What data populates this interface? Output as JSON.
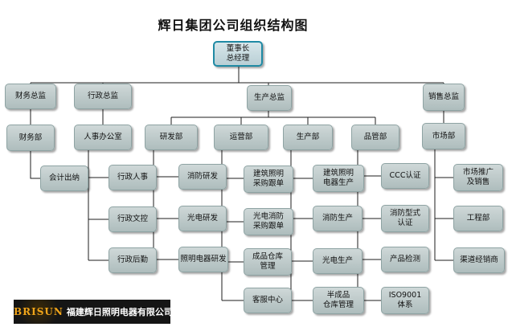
{
  "title": "辉日集团公司组织结构图",
  "boxes": {
    "chairman": [
      "董事长",
      "总经理"
    ],
    "finance_director": "财务总监",
    "admin_director": "行政总监",
    "production_director": "生产总监",
    "sales_director": "销售总监",
    "finance_dept": "财务部",
    "hr_office": "人事办公室",
    "rd_dept": "研发部",
    "operations_dept": "运营部",
    "production_dept": "生产部",
    "quality_dept": "品管部",
    "market_dept": "市场部",
    "accounting_cashier": "会计出纳",
    "admin_personnel": "行政人事",
    "admin_documents": "行政文控",
    "admin_logistics": "行政后勤",
    "fire_rd": "消防研发",
    "optoelectronic_rd": "光电研发",
    "lighting_rd": "照明电器研发",
    "arch_lighting_purchase": [
      "建筑照明",
      "采购跟单"
    ],
    "opto_fire_purchase": [
      "光电消防",
      "采购跟单"
    ],
    "finished_warehouse": [
      "成品仓库",
      "管理"
    ],
    "customer_service": "客服中心",
    "arch_lighting_production": [
      "建筑照明",
      "电器生产"
    ],
    "fire_production": "消防生产",
    "opto_production": "光电生产",
    "semi_warehouse": [
      "半成品",
      "仓库管理"
    ],
    "ccc_cert": "CCC认证",
    "fire_type_cert": [
      "消防型式",
      "认证"
    ],
    "product_testing": "产品检测",
    "iso_system": [
      "ISO9001",
      "体系"
    ],
    "market_promo": [
      "市场推广",
      "及销售"
    ],
    "engineering_dept": "工程部",
    "channel_dealers": "渠道经销商"
  },
  "logo": {
    "brand": "BRISUN",
    "company": "福建辉日照明电器有限公司"
  },
  "colors": {
    "box_fill": "#bccaca",
    "top_border": "#1f8aa4",
    "line": "#1e1e1e"
  }
}
